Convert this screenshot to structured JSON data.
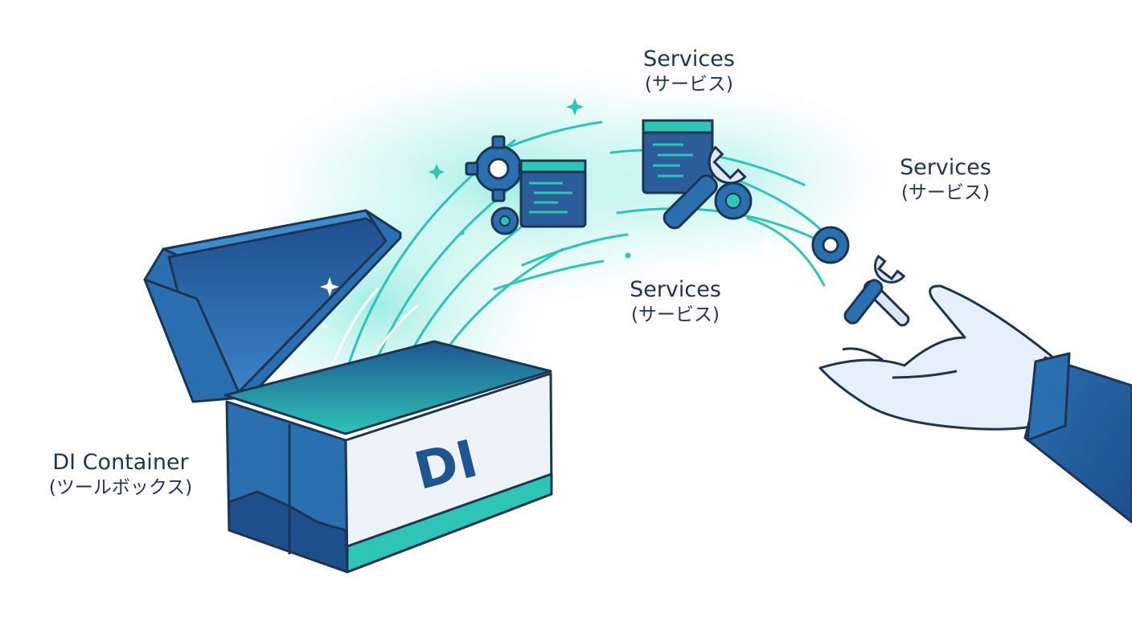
{
  "labels": {
    "container": {
      "title": "DI Container",
      "subtitle": "(ツールボックス)"
    },
    "service_top": {
      "title": "Services",
      "subtitle": "(サービス)"
    },
    "service_right": {
      "title": "Services",
      "subtitle": "(サービス)"
    },
    "service_middle": {
      "title": "Services",
      "subtitle": "(サービス)"
    }
  },
  "box_logo": "DI",
  "colors": {
    "navy": "#1d3553",
    "blue": "#2a6fb0",
    "blue_dark": "#1f5590",
    "teal": "#2ec4b6",
    "glow": "#7fe8dc",
    "hand": "#e6f0fb"
  },
  "icons": [
    "toolbox-icon",
    "gear-icon",
    "code-window-icon",
    "wrench-icon",
    "sparkle-icon",
    "hand-icon"
  ]
}
